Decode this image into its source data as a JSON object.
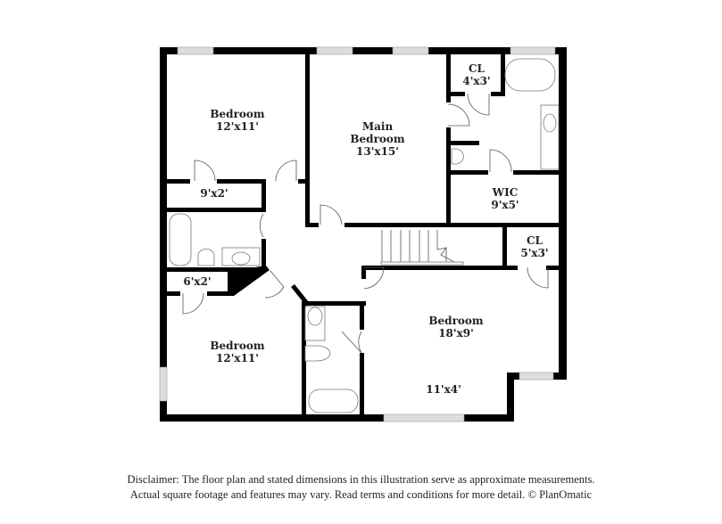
{
  "floor_plan": {
    "rooms": [
      {
        "id": "bedroom-nw",
        "name": "Bedroom",
        "dims": "12'x11'"
      },
      {
        "id": "closet-9x2",
        "name": "",
        "dims": "9'x2'"
      },
      {
        "id": "main-bedroom",
        "name": "Main Bedroom",
        "name_line1": "Main",
        "name_line2": "Bedroom",
        "dims": "13'x15'"
      },
      {
        "id": "closet-cl-4x3",
        "name": "CL",
        "dims": "4'x3'"
      },
      {
        "id": "wic",
        "name": "WIC",
        "dims": "9'x5'"
      },
      {
        "id": "closet-cl-5x3",
        "name": "CL",
        "dims": "5'x3'"
      },
      {
        "id": "closet-6x2",
        "name": "",
        "dims": "6'x2'"
      },
      {
        "id": "bedroom-sw",
        "name": "Bedroom",
        "dims": "12'x11'"
      },
      {
        "id": "bedroom-se",
        "name": "Bedroom",
        "dims": "18'x9'"
      },
      {
        "id": "nook",
        "name": "",
        "dims": "11'x4'"
      }
    ]
  },
  "disclaimer": {
    "line1": "Disclaimer: The floor plan and stated dimensions in this illustration serve as approximate measurements.",
    "line2": "Actual square footage and features may vary. Read terms and conditions for more detail. © PlanOmatic"
  }
}
